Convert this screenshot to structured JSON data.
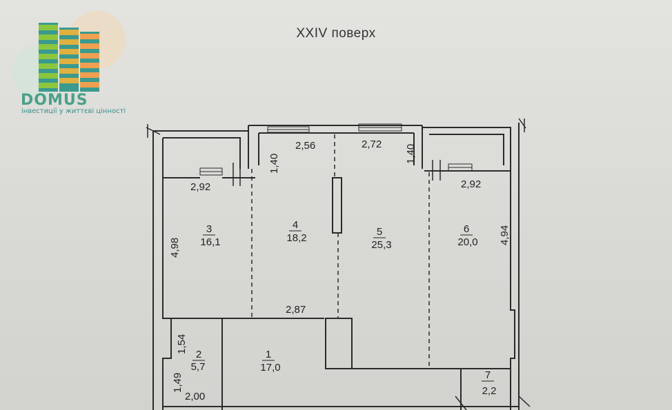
{
  "floor_title": "XXIV поверх",
  "logo": {
    "name": "DOMUS",
    "tagline": "інвестиції у життєві цінності",
    "colors": {
      "green": "#7cbf4a",
      "teal": "#3a9a8f",
      "orange": "#e8a050"
    }
  },
  "dimensions": {
    "top_left_width": "2,92",
    "top_center_left_depth": "1,40",
    "top_center_left_width": "2,56",
    "top_center_right_width": "2,72",
    "top_center_right_depth": "1,40",
    "top_right_width": "2,92",
    "left_height": "4,98",
    "right_height": "4,94",
    "corridor_width": "2,87",
    "room2_upper_height": "1,54",
    "room2_lower_height": "1,49",
    "room2_width": "2,00"
  },
  "rooms": [
    {
      "number": "3",
      "area": "16,1"
    },
    {
      "number": "4",
      "area": "18,2"
    },
    {
      "number": "5",
      "area": "25,3"
    },
    {
      "number": "6",
      "area": "20,0"
    },
    {
      "number": "2",
      "area": "5,7"
    },
    {
      "number": "1",
      "area": "17,0"
    },
    {
      "number": "7",
      "area": "2,2"
    }
  ]
}
